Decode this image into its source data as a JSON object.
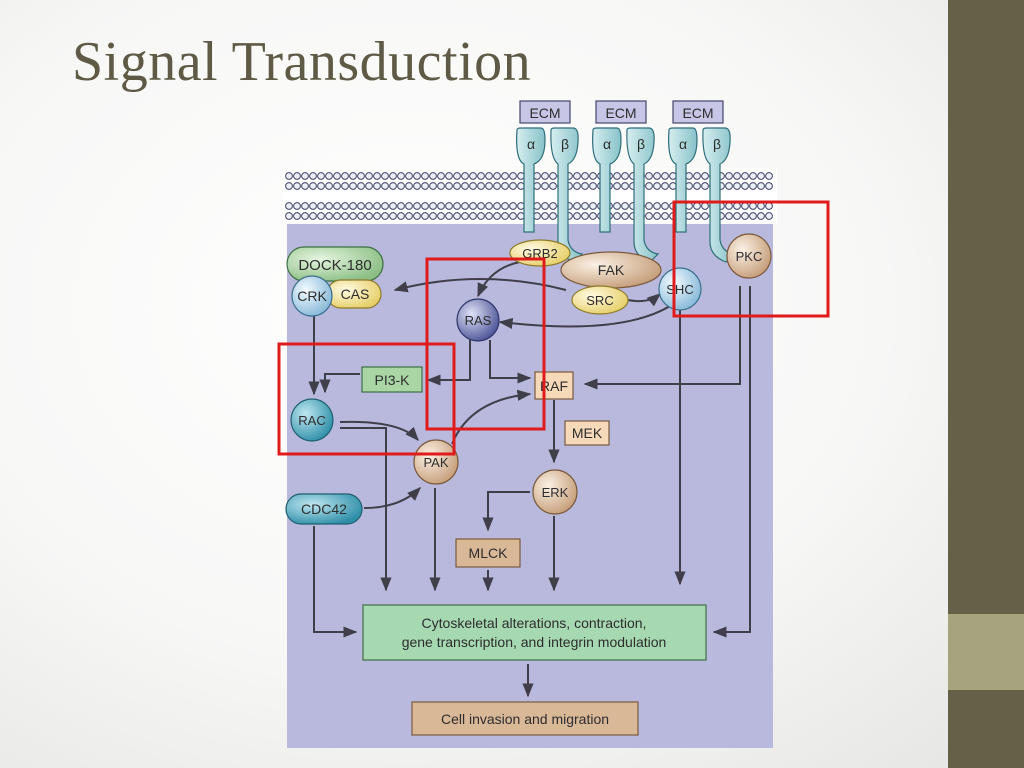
{
  "slide": {
    "title": "Signal Transduction"
  },
  "colors": {
    "sidebar": "#676048",
    "sidebar_accent": "#a8a37f",
    "title": "#5f5a45",
    "cell_bg": "#b8b9dc",
    "highlight_box": "#e01b1b",
    "arrow": "#3f3f4a"
  },
  "diagram": {
    "ecm_labels": [
      "ECM",
      "ECM",
      "ECM"
    ],
    "integrin": {
      "alpha": "α",
      "beta": "β"
    },
    "nodes": {
      "dock180": "DOCK-180",
      "crk": "CRK",
      "cas": "CAS",
      "grb2": "GRB2",
      "fak": "FAK",
      "src": "SRC",
      "shc": "SHC",
      "pkc": "PKC",
      "ras": "RAS",
      "pi3k": "PI3-K",
      "raf": "RAF",
      "rac": "RAC",
      "pak": "PAK",
      "mek": "MEK",
      "erk": "ERK",
      "cdc42": "CDC42",
      "mlck": "MLCK"
    },
    "outcome": {
      "line1": "Cytoskeletal alterations, contraction,",
      "line2": "gene transcription, and integrin modulation"
    },
    "final": "Cell invasion and migration"
  }
}
